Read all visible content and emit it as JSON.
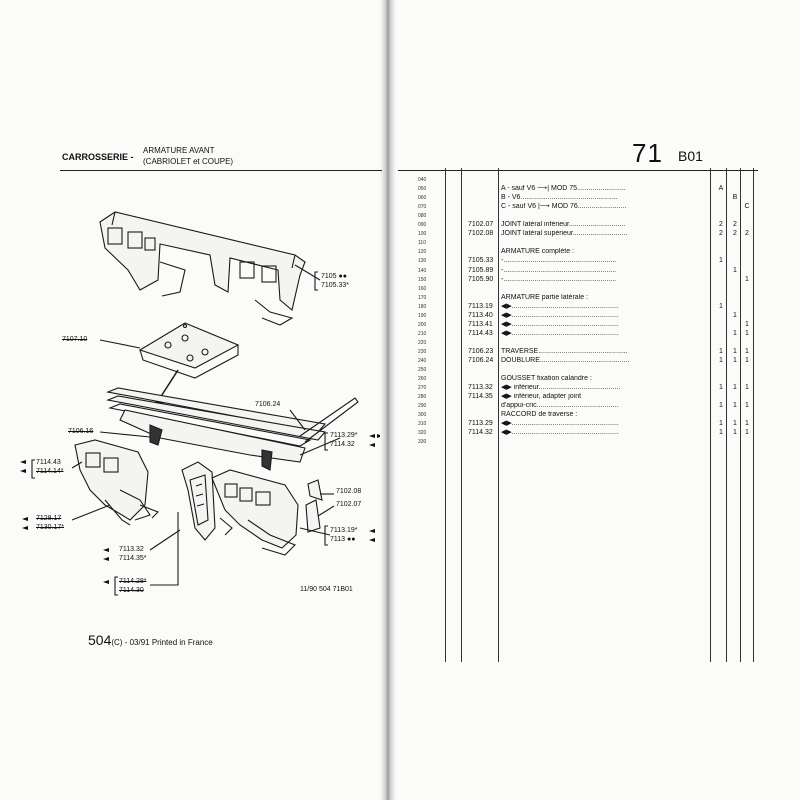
{
  "header": {
    "section": "CARROSSERIE -",
    "title_line1": "ARMATURE AVANT",
    "title_line2": "(CABRIOLET et COUPE)",
    "group_number": "71",
    "group_code": "B01"
  },
  "left_labels": {
    "l_7105": "7105 ●●",
    "l_7105_33": "7105.33*",
    "l_7107_10": "7107.10",
    "l_7106_24": "7106.24",
    "l_7106_16": "7106.16",
    "l_7113_29": "7113.29*",
    "l_7114_32": "7114.32",
    "l_7114_43": "7114.43",
    "l_7114_14": "7114.14*",
    "l_7128_17": "7128.17",
    "l_7130_17": "7130.17*",
    "l_7102_08": "7102.08",
    "l_7102_07": "7102.07",
    "l_7113_19": "7113.19*",
    "l_7113": "7113 ●●",
    "l_7113_32": "7113.32",
    "l_7114_35": "7114.35*",
    "l_7114_28": "7114.28*",
    "l_7114_30": "7114.30",
    "figure_ref": "11/90  504  71B01"
  },
  "footer": {
    "model": "504",
    "suffix": "(C) - 03/91 Printed in France"
  },
  "column_heads": {
    "a": "A",
    "b": "B",
    "c": "C"
  },
  "rows": [
    {
      "code": "040",
      "ref": "",
      "desc": "",
      "a": "",
      "b": "",
      "c": ""
    },
    {
      "code": "050",
      "ref": "",
      "desc": "A - sauf V6 ⟶| MOD 75.........................",
      "a": "A",
      "b": "",
      "c": ""
    },
    {
      "code": "060",
      "ref": "",
      "desc": "B - V6..................................................",
      "a": "",
      "b": "B",
      "c": ""
    },
    {
      "code": "070",
      "ref": "",
      "desc": "C - sauf V6 |⟶ MOD 76.........................",
      "a": "",
      "b": "",
      "c": "C"
    },
    {
      "code": "080",
      "ref": "",
      "desc": "",
      "a": "",
      "b": "",
      "c": ""
    },
    {
      "code": "090",
      "ref": "7102.07",
      "desc": "JOINT latéral inférieur.............................",
      "a": "2",
      "b": "2",
      "c": ""
    },
    {
      "code": "100",
      "ref": "7102.08",
      "desc": "JOINT latéral supérieur............................",
      "a": "2",
      "b": "2",
      "c": "2"
    },
    {
      "code": "110",
      "ref": "",
      "desc": "",
      "a": "",
      "b": "",
      "c": ""
    },
    {
      "code": "120",
      "ref": "",
      "desc": "ARMATURE complète :",
      "a": "",
      "b": "",
      "c": ""
    },
    {
      "code": "130",
      "ref": "7105.33",
      "desc": "-..........................................................",
      "a": "1",
      "b": "",
      "c": ""
    },
    {
      "code": "140",
      "ref": "7105.89",
      "desc": "-..........................................................",
      "a": "",
      "b": "1",
      "c": ""
    },
    {
      "code": "150",
      "ref": "7105.90",
      "desc": "-..........................................................",
      "a": "",
      "b": "",
      "c": "1"
    },
    {
      "code": "160",
      "ref": "",
      "desc": "",
      "a": "",
      "b": "",
      "c": ""
    },
    {
      "code": "170",
      "ref": "",
      "desc": "ARMATURE partie latérale :",
      "a": "",
      "b": "",
      "c": ""
    },
    {
      "code": "180",
      "ref": "7113.19",
      "desc": "◀▶.......................................................",
      "a": "1",
      "b": "",
      "c": ""
    },
    {
      "code": "190",
      "ref": "7113.40",
      "desc": "◀▶.......................................................",
      "a": "",
      "b": "1",
      "c": ""
    },
    {
      "code": "200",
      "ref": "7113.41",
      "desc": "◀▶.......................................................",
      "a": "",
      "b": "",
      "c": "1"
    },
    {
      "code": "210",
      "ref": "7114.43",
      "desc": "◀▶.......................................................",
      "a": "",
      "b": "1",
      "c": "1"
    },
    {
      "code": "220",
      "ref": "",
      "desc": "",
      "a": "",
      "b": "",
      "c": ""
    },
    {
      "code": "230",
      "ref": "7106.23",
      "desc": "TRAVERSE..............................................",
      "a": "1",
      "b": "1",
      "c": "1"
    },
    {
      "code": "240",
      "ref": "7106.24",
      "desc": "DOUBLURE..............................................",
      "a": "1",
      "b": "1",
      "c": "1"
    },
    {
      "code": "250",
      "ref": "",
      "desc": "",
      "a": "",
      "b": "",
      "c": ""
    },
    {
      "code": "260",
      "ref": "",
      "desc": "GOUSSET fixation calandre :",
      "a": "",
      "b": "",
      "c": ""
    },
    {
      "code": "270",
      "ref": "7113.32",
      "desc": "◀▶ inférieur..........................................",
      "a": "1",
      "b": "1",
      "c": "1"
    },
    {
      "code": "280",
      "ref": "7114.35",
      "desc": "◀▶ inférieur, adapter joint",
      "a": "",
      "b": "",
      "c": ""
    },
    {
      "code": "290",
      "ref": "",
      "desc": "d'appui-cric..........................................",
      "a": "1",
      "b": "1",
      "c": "1"
    },
    {
      "code": "300",
      "ref": "",
      "desc": "RACCORD de traverse :",
      "a": "",
      "b": "",
      "c": ""
    },
    {
      "code": "310",
      "ref": "7113.29",
      "desc": "◀▶.......................................................",
      "a": "1",
      "b": "1",
      "c": "1"
    },
    {
      "code": "320",
      "ref": "7114.32",
      "desc": "◀▶.......................................................",
      "a": "1",
      "b": "1",
      "c": "1"
    },
    {
      "code": "330",
      "ref": "",
      "desc": "",
      "a": "",
      "b": "",
      "c": ""
    }
  ]
}
